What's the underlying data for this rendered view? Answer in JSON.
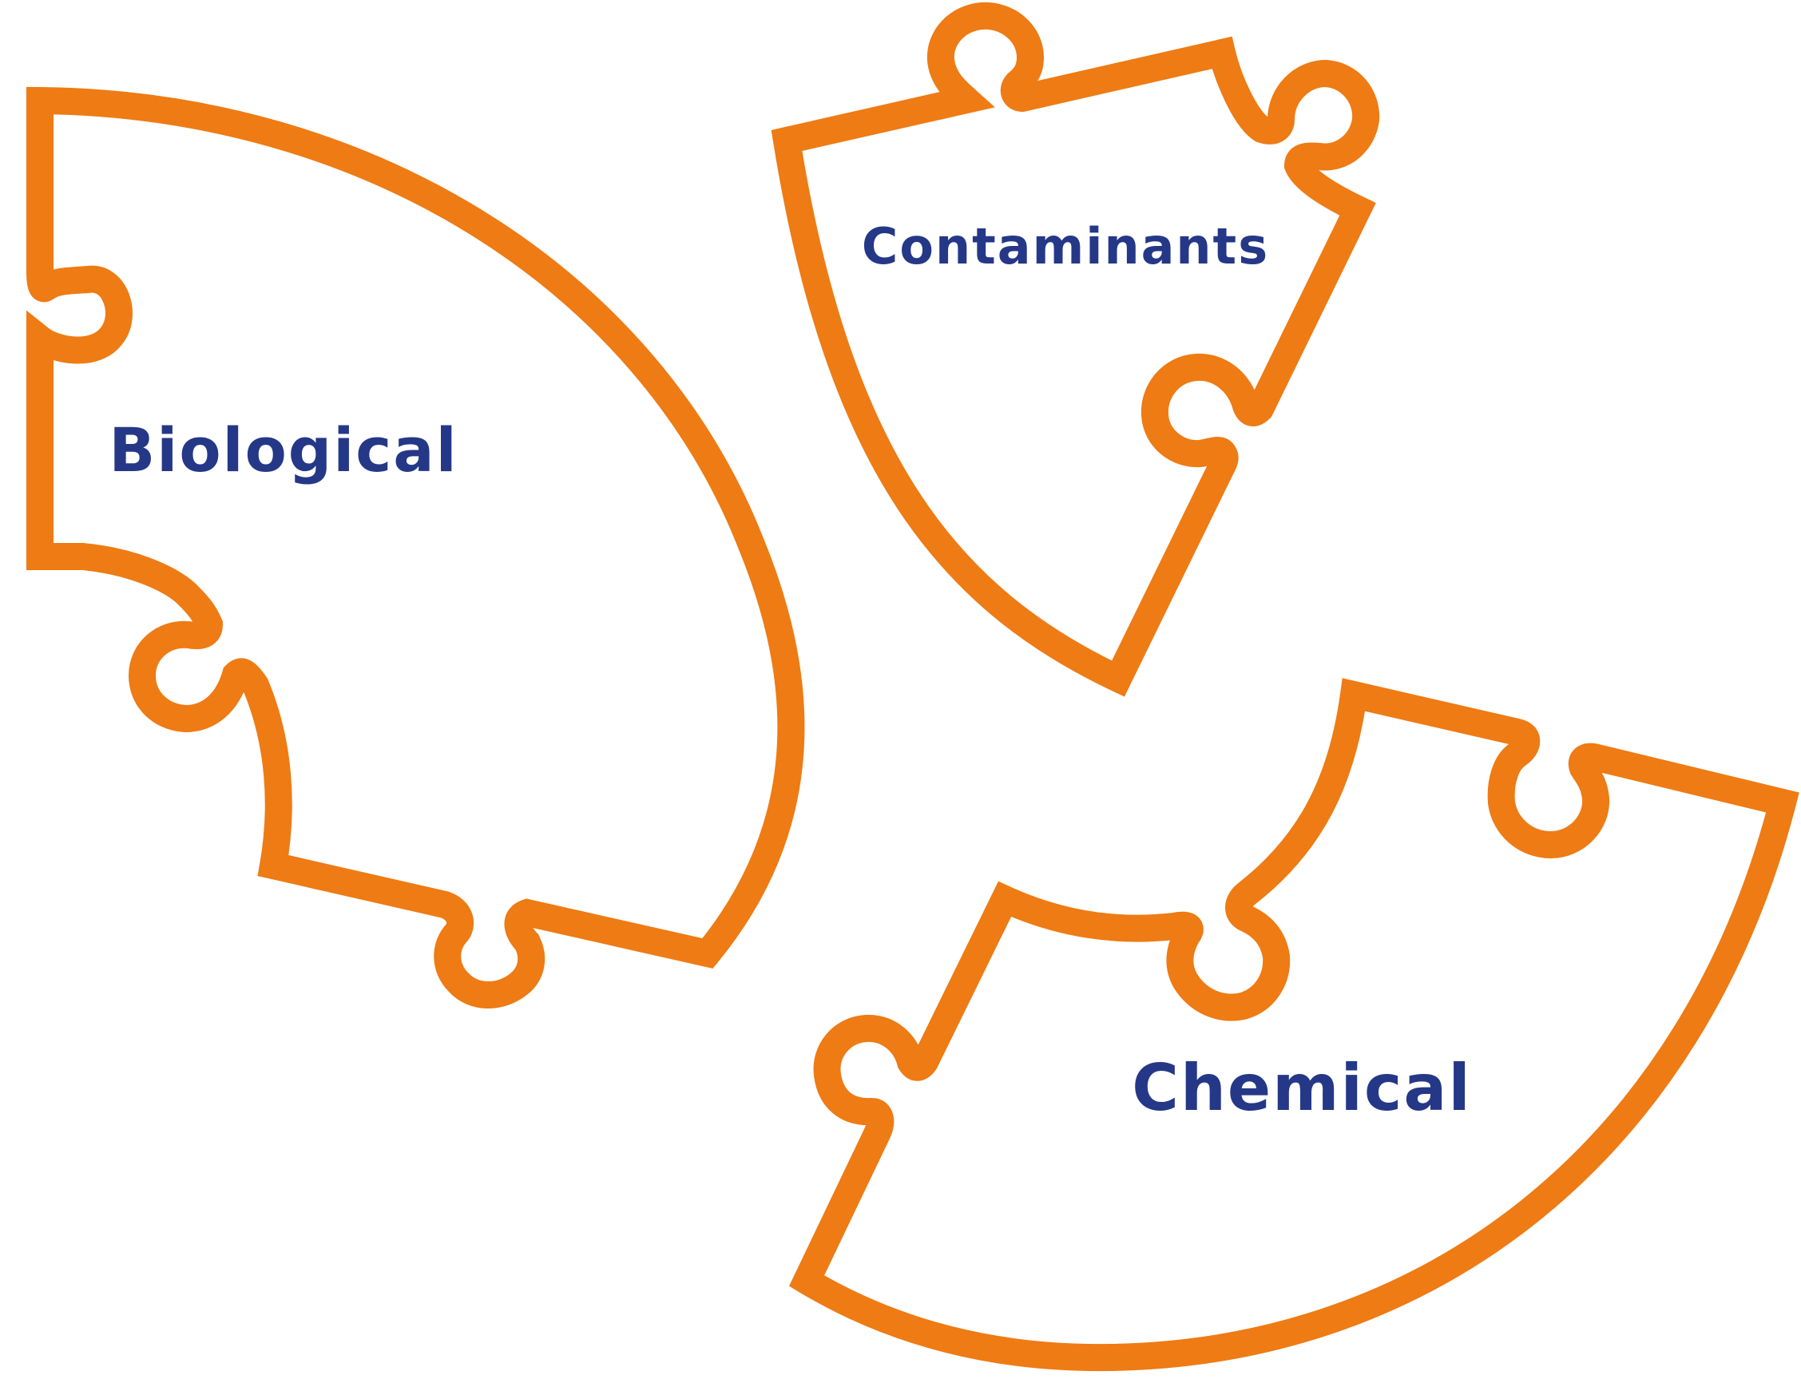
{
  "colors": {
    "outline": "#EE7B14",
    "label": "#253887",
    "background": "#FFFFFF"
  },
  "pieces": [
    {
      "id": "biological",
      "label": "Biological"
    },
    {
      "id": "contaminants",
      "label": "Contaminants"
    },
    {
      "id": "chemical",
      "label": "Chemical"
    }
  ]
}
